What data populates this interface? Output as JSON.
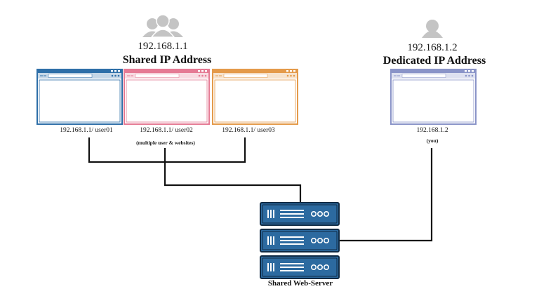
{
  "shared": {
    "ip": "192.168.1.1",
    "heading": "Shared IP Address",
    "note": "(multiple user & websites)",
    "icon": "user-group-icon",
    "browsers": [
      {
        "label": "192.168.1.1/ user01",
        "color": "#2e6fa8"
      },
      {
        "label": "192.168.1.1/ user02",
        "color": "#e57a94"
      },
      {
        "label": "192.168.1.1/ user03",
        "color": "#e49a4a"
      }
    ]
  },
  "dedicated": {
    "ip": "192.168.1.2",
    "heading": "Dedicated IP Address",
    "label": "192.168.1.2",
    "note": "(you)",
    "icon": "user-icon",
    "color": "#8a94c8"
  },
  "server": {
    "label": "Shared Web-Server",
    "icon": "server-rack-icon",
    "units": 3,
    "color": "#2c6aa0",
    "outline": "#0f2a44"
  },
  "icon_color": "#c4c4c4"
}
